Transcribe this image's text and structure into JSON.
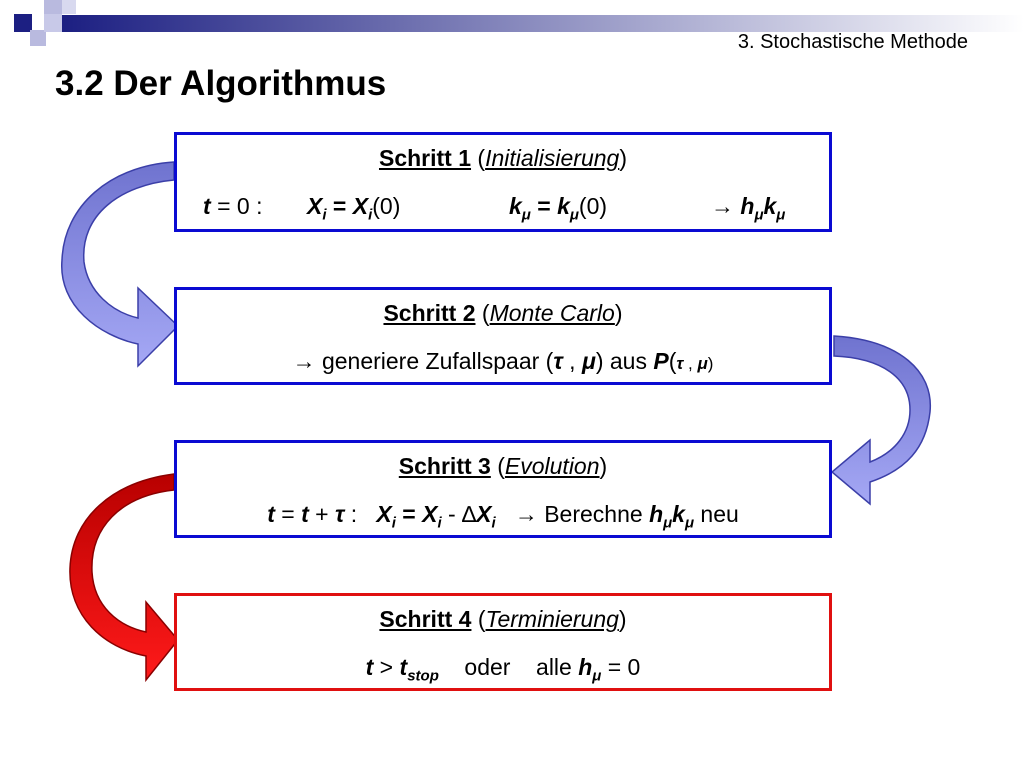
{
  "header": {
    "section": "3. Stochastische Methode"
  },
  "title": "3.2 Der Algorithmus",
  "steps": [
    {
      "heading": "Schritt 1",
      "sub": "Initialisierung",
      "t_eq": "t",
      "t_val": "= 0 :",
      "x": "X",
      "i": "i",
      "eq": " = ",
      "x0": "(0)",
      "k": "k",
      "mu": "μ",
      "k0": "(0)",
      "arrow": "→",
      "h": "h"
    },
    {
      "heading": "Schritt 2",
      "sub": "Monte Carlo",
      "text1": "→ generiere Zufallspaar (",
      "tau": "τ",
      "comma": " , ",
      "mu": "μ",
      "text2": ") aus ",
      "P": "P",
      "open": "(",
      "close": ")"
    },
    {
      "heading": "Schritt 3",
      "sub": "Evolution",
      "t": "t",
      "eq": " = ",
      "plus": " + ",
      "tau": "τ",
      "colon": " :",
      "x": "X",
      "i": "i",
      "minus": " - ∆",
      "arrow": "→ Berechne ",
      "h": "h",
      "k": "k",
      "mu": "μ",
      "neu": " neu"
    },
    {
      "heading": "Schritt 4",
      "sub": "Terminierung",
      "t": "t",
      "gt": " > ",
      "stop": "stop",
      "oder": "oder",
      "alle": "alle ",
      "h": "h",
      "mu": "μ",
      "zero": " = 0"
    }
  ],
  "colors": {
    "box_blue": "#0a0ad2",
    "box_red": "#e01010",
    "arrow_blue": "#8f93e6",
    "arrow_red": "#e00000",
    "deco_navy": "#1c1f82"
  }
}
